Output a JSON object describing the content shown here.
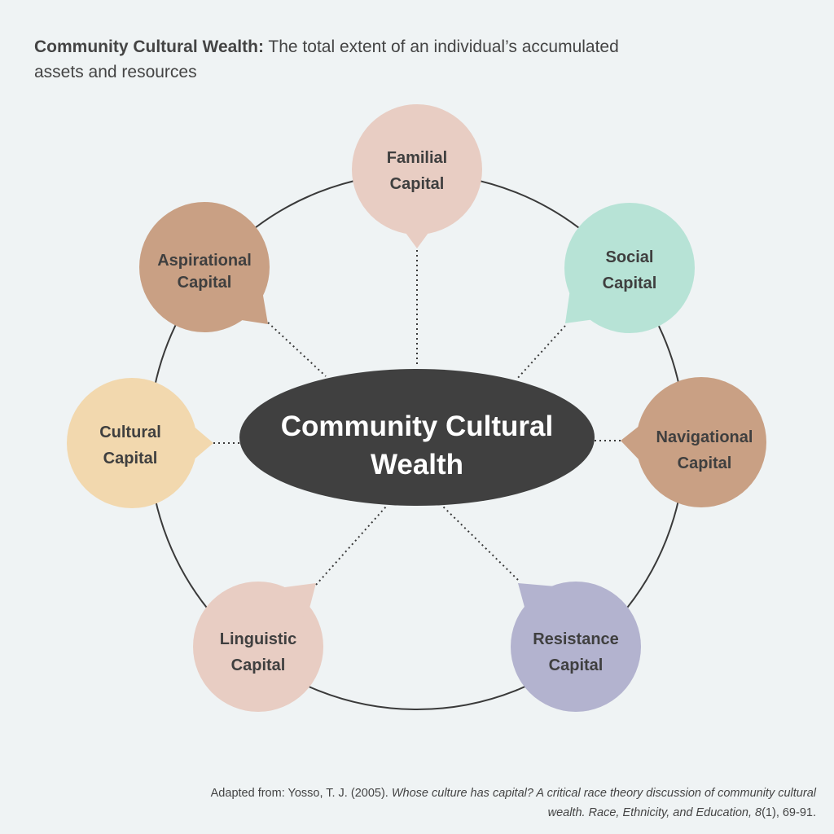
{
  "header": {
    "title_bold": "Community Cultural Wealth:",
    "title_rest": " The total extent of an individual’s accumulated assets and resources"
  },
  "center": {
    "line1": "Community Cultural",
    "line2": "Wealth"
  },
  "nodes": [
    {
      "id": "familial",
      "line1": "Familial",
      "line2": "Capital",
      "color": "#e8cdc3"
    },
    {
      "id": "social",
      "line1": "Social",
      "line2": "Capital",
      "color": "#b7e3d6"
    },
    {
      "id": "navigational",
      "line1": "Navigational",
      "line2": "Capital",
      "color": "#c9a084"
    },
    {
      "id": "resistance",
      "line1": "Resistance",
      "line2": "Capital",
      "color": "#b3b3cf"
    },
    {
      "id": "linguistic",
      "line1": "Linguistic",
      "line2": "Capital",
      "color": "#e8cdc3"
    },
    {
      "id": "cultural",
      "line1": "Cultural",
      "line2": "Capital",
      "color": "#f2d8ae"
    },
    {
      "id": "aspirational",
      "line1": "Aspirational",
      "line2": "Capital",
      "color": "#c9a084"
    }
  ],
  "colors": {
    "background": "#eff3f4",
    "center_fill": "#404040",
    "ring_stroke": "#3a3a3a"
  },
  "citation": {
    "prefix": "Adapted from: Yosso, T. J. (2005). ",
    "title": "Whose culture has capital? A critical race theory discussion of community cultural wealth. Race, Ethnicity, and Education, 8",
    "issue": "(1), 69-91."
  }
}
